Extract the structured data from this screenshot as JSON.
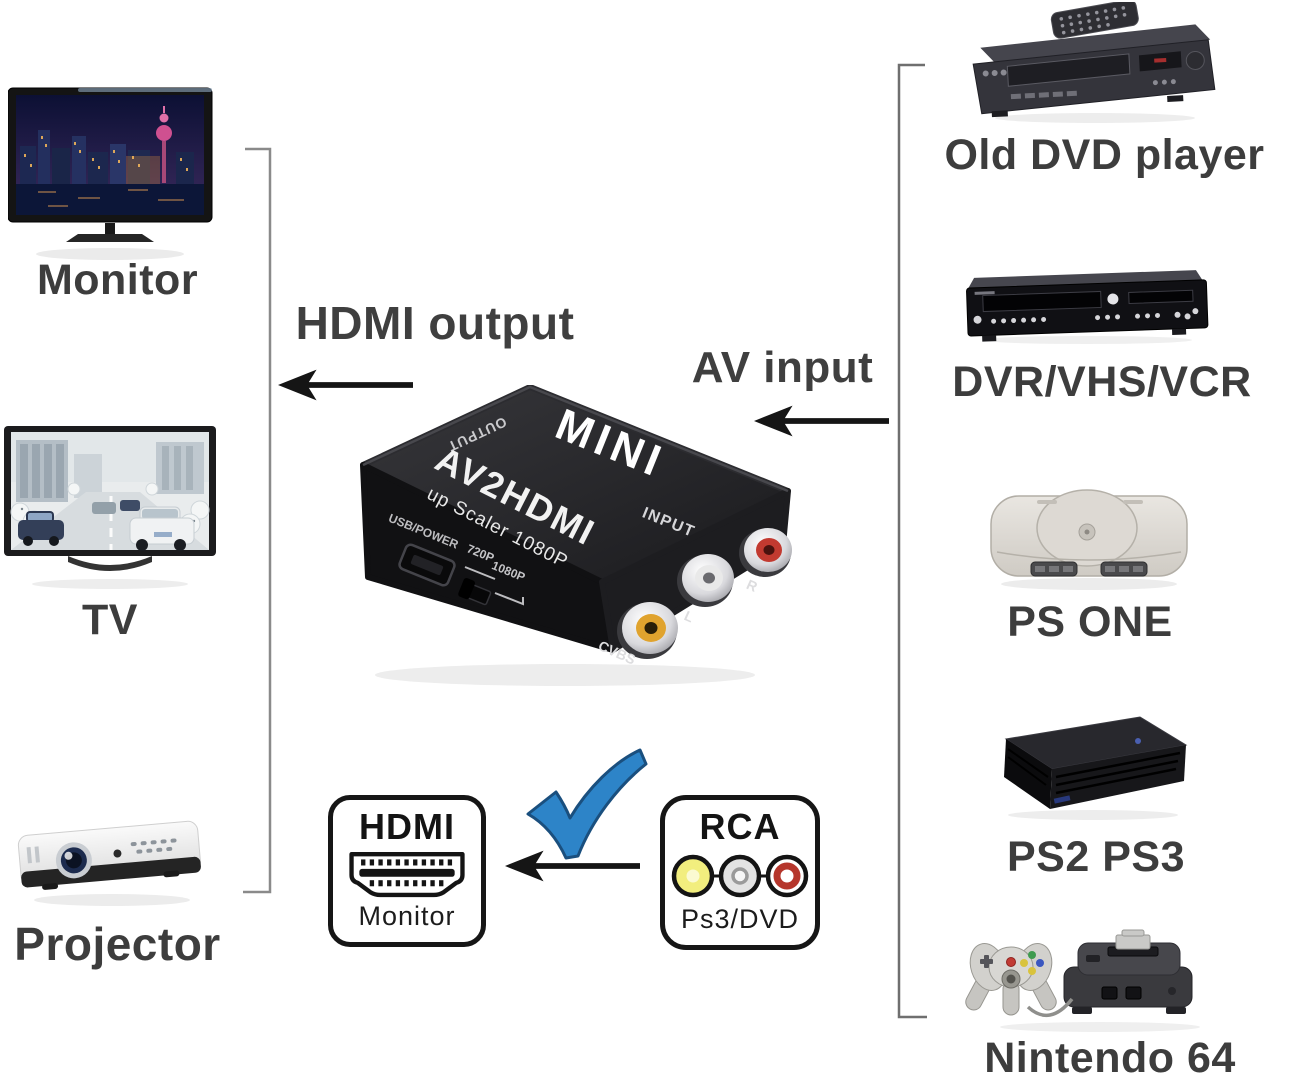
{
  "page": {
    "background": "#ffffff"
  },
  "connections": {
    "output_label": "HDMI output",
    "input_label": "AV input"
  },
  "output_devices": [
    {
      "id": "monitor",
      "label": "Monitor"
    },
    {
      "id": "tv",
      "label": "TV"
    },
    {
      "id": "projector",
      "label": "Projector"
    }
  ],
  "input_devices": [
    {
      "id": "old-dvd-player",
      "label": "Old DVD player"
    },
    {
      "id": "dvr-vhs-vcr",
      "label": "DVR/VHS/VCR"
    },
    {
      "id": "ps-one",
      "label": "PS ONE"
    },
    {
      "id": "ps2-ps3",
      "label": "PS2 PS3"
    },
    {
      "id": "nintendo-64",
      "label": "Nintendo 64"
    }
  ],
  "converter": {
    "brand": "MINI",
    "model": "AV2HDMI",
    "subtitle": "up Scaler 1080P",
    "output_port_label": "OUTPUT",
    "input_side_label": "INPUT",
    "usb_port_label": "USB/POWER",
    "switch_position_labels": [
      "720P",
      "1080P"
    ],
    "jack_labels": [
      "CVBS",
      "L",
      "R"
    ]
  },
  "hdmi_card": {
    "title": "HDMI",
    "caption": "Monitor"
  },
  "rca_card": {
    "title": "RCA",
    "caption": "Ps3/DVD"
  },
  "icons": {
    "checkmark": "blue-check",
    "arrow_left": "left-arrow",
    "hdmi_plug": "hdmi-connector",
    "rca_plugs": "three-rca-connectors",
    "output_group_bracket": "left-bracket",
    "input_group_bracket": "right-bracket"
  },
  "colors": {
    "background": "#ffffff",
    "label_text": "#3d3d3d",
    "arrow": "#151515",
    "bracket": "#8a8a8a",
    "checkmark_fill": "#2d84c8",
    "checkmark_outline": "#1a4f7e",
    "converter_body": "#1e1e21",
    "jack_yellow": "#e0a32e",
    "jack_white": "#e9e9e9",
    "jack_red": "#c23a30",
    "rca_icon_yellow": "#f2ee7e",
    "rca_icon_white": "#e3e3e3",
    "rca_icon_red": "#b5362c"
  }
}
